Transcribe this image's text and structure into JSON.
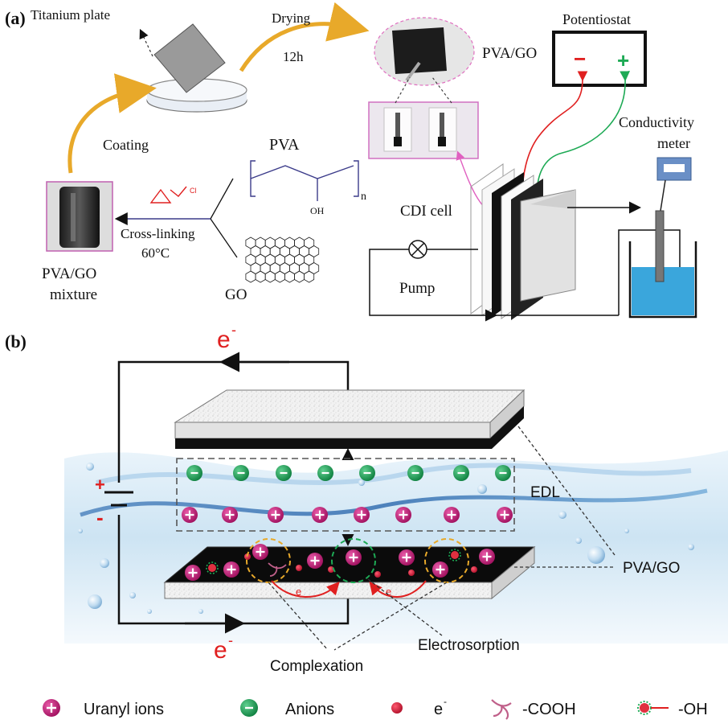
{
  "panel_a": {
    "label": "(a)",
    "titanium_plate": "Titanium  plate",
    "drying": "Drying",
    "drying_time": "12h",
    "pva_go": "PVA/GO",
    "potentiostat": "Potentiostat",
    "minus": "−",
    "plus": "+",
    "coating": "Coating",
    "pva": "PVA",
    "pva_n": "n",
    "pva_oh": "OH",
    "conductivity_meter_line1": "Conductivity",
    "conductivity_meter_line2": "meter",
    "cdi_cell": "CDI cell",
    "cross_linking": "Cross-linking",
    "temperature": "60°C",
    "mixture_line1": "PVA/GO",
    "mixture_line2": "mixture",
    "go": "GO",
    "pump": "Pump",
    "cl": "Cl"
  },
  "panel_b": {
    "label": "(b)",
    "electron_top": "e",
    "electron_bottom": "e",
    "electron_sup": "-",
    "edl": "EDL",
    "pva_go": "PVA/GO",
    "electrosorption": "Electrosorption",
    "complexation": "Complexation",
    "battery_plus": "+",
    "battery_minus": "-",
    "small_e1": "e",
    "small_e2": "e"
  },
  "legend": [
    {
      "label": "Uranyl ions"
    },
    {
      "label": "Anions"
    },
    {
      "label": "e"
    },
    {
      "label": "-COOH"
    },
    {
      "label": "-OH"
    }
  ],
  "colors": {
    "arrow_orange": "#e8a92a",
    "uranyl": "#b0166e",
    "anion": "#1a9a52",
    "red": "#e02020",
    "green": "#1eaa55",
    "water": "#cfe6f4"
  }
}
